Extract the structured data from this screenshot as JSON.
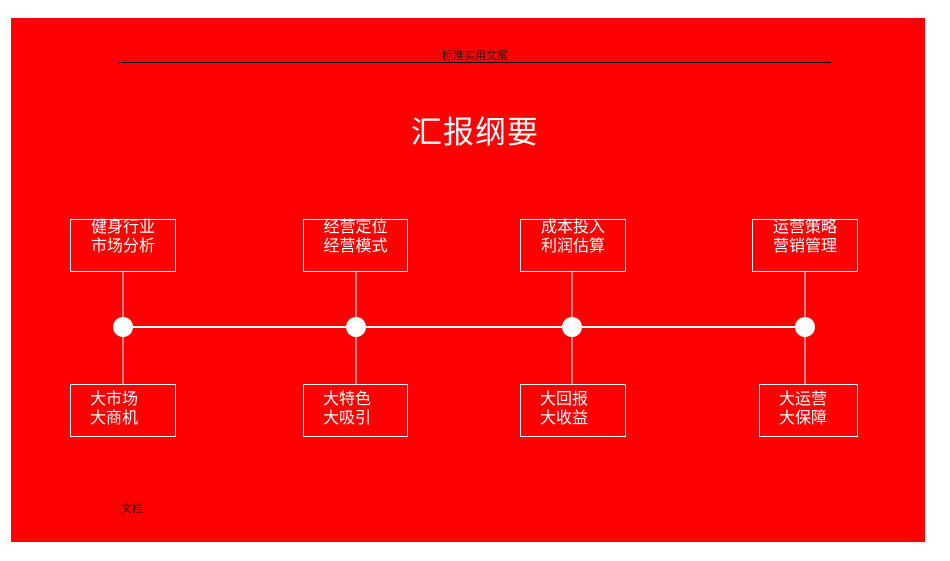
{
  "header": {
    "text": "标准实用文案"
  },
  "title": "汇报纲要",
  "top_boxes": [
    {
      "line1": "健身行业",
      "line2": "市场分析"
    },
    {
      "line1": "经营定位",
      "line2": "经营模式"
    },
    {
      "line1": "成本投入",
      "line2": "利润估算"
    },
    {
      "line1": "运营策略",
      "line2": "营销管理"
    }
  ],
  "bottom_boxes": [
    {
      "line1": "大市场",
      "line2": "大商机"
    },
    {
      "line1": "大特色",
      "line2": "大吸引"
    },
    {
      "line1": "大回报",
      "line2": "大收益"
    },
    {
      "line1": "大运营",
      "line2": "大保障"
    }
  ],
  "footer": {
    "text": "文档"
  },
  "colors": {
    "background": "#ff0000",
    "foreground": "#ffffff"
  }
}
